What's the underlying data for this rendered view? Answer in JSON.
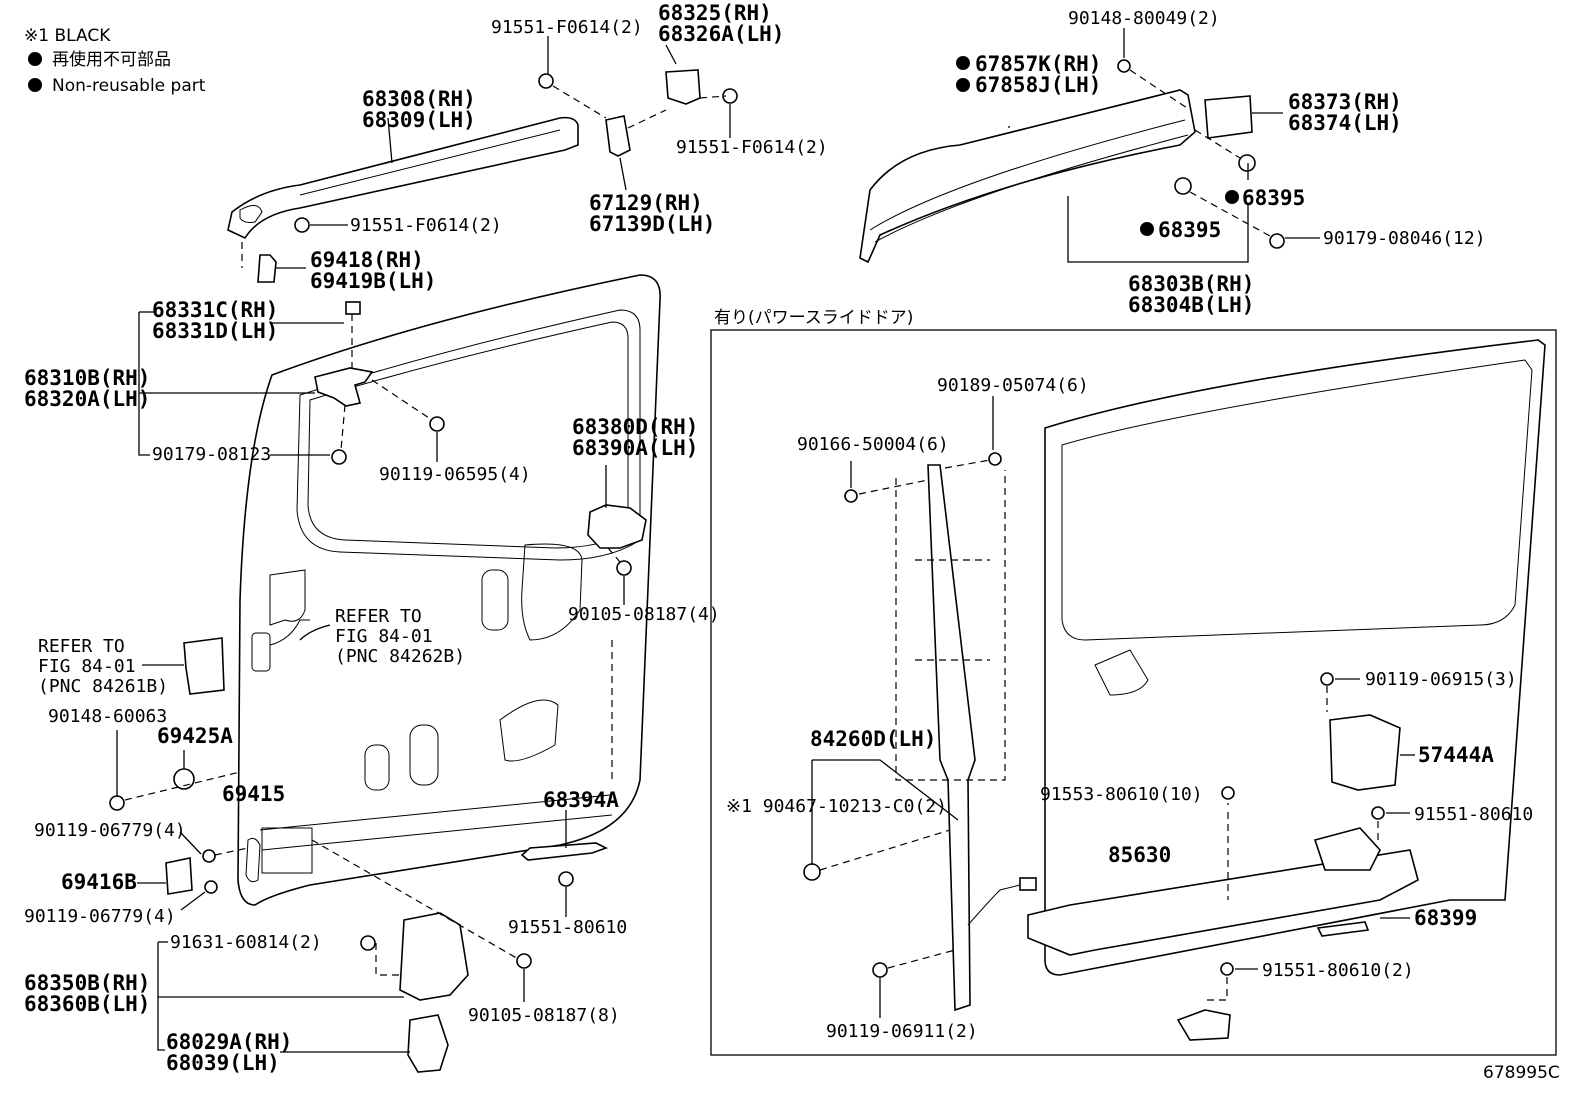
{
  "legend": {
    "black_note": "※1 BLACK",
    "nonreusable_jp": "再使用不可部品",
    "nonreusable_en": "Non-reusable part"
  },
  "power_door_caption": "有り(パワースライドドア)",
  "figure_id": "678995C",
  "labels": {
    "p68325": "68325(RH)",
    "p68326A": "68326A(LH)",
    "p91551_f0614_top": "91551-F0614(2)",
    "p91551_f0614_right": "91551-F0614(2)",
    "p91551_f0614_mid": "91551-F0614(2)",
    "p68308": "68308(RH)",
    "p68309": "68309(LH)",
    "p67129": "67129(RH)",
    "p67139D": "67139D(LH)",
    "p69418": "69418(RH)",
    "p69419B": "69419B(LH)",
    "p68331C": "68331C(RH)",
    "p68331D": "68331D(LH)",
    "p68310B": "68310B(RH)",
    "p68320A": "68320A(LH)",
    "p90179_08123": "90179-08123",
    "p90119_06595": "90119-06595(4)",
    "p68380D": "68380D(RH)",
    "p68390A": "68390A(LH)",
    "p90105_08187_4": "90105-08187(4)",
    "refer1_a": "REFER TO",
    "refer1_b": "FIG 84-01",
    "refer1_c": "(PNC 84261B)",
    "refer2_a": "REFER TO",
    "refer2_b": "FIG 84-01",
    "refer2_c": "(PNC 84262B)",
    "p90148_60063": "90148-60063",
    "p69425A": "69425A",
    "p69415": "69415",
    "p90119_06779_a": "90119-06779(4)",
    "p69416B": "69416B",
    "p90119_06779_b": "90119-06779(4)",
    "p68394A": "68394A",
    "p91551_80610_left": "91551-80610",
    "p91631_60814": "91631-60814(2)",
    "p68350B": "68350B(RH)",
    "p68360B": "68360B(LH)",
    "p90105_08187_8": "90105-08187(8)",
    "p68029A": "68029A(RH)",
    "p68039": "68039(LH)",
    "p90148_80049": "90148-80049(2)",
    "p67857K": "67857K(RH)",
    "p67858J": "67858J(LH)",
    "p68373": "68373(RH)",
    "p68374": "68374(LH)",
    "p68395_a": "68395",
    "p68395_b": "68395",
    "p90179_08046": "90179-08046(12)",
    "p68303B": "68303B(RH)",
    "p68304B": "68304B(LH)",
    "p90189_05074": "90189-05074(6)",
    "p90166_50004": "90166-50004(6)",
    "p84260D": "84260D(LH)",
    "p90467": "※1 90467-10213-C0(2)",
    "p90119_06911": "90119-06911(2)",
    "p90119_06915": "90119-06915(3)",
    "p57444A": "57444A",
    "p91553_80610": "91553-80610(10)",
    "p91551_80610_right": "91551-80610",
    "p85630": "85630",
    "p68399": "68399",
    "p91551_80610_2": "91551-80610(2)"
  }
}
